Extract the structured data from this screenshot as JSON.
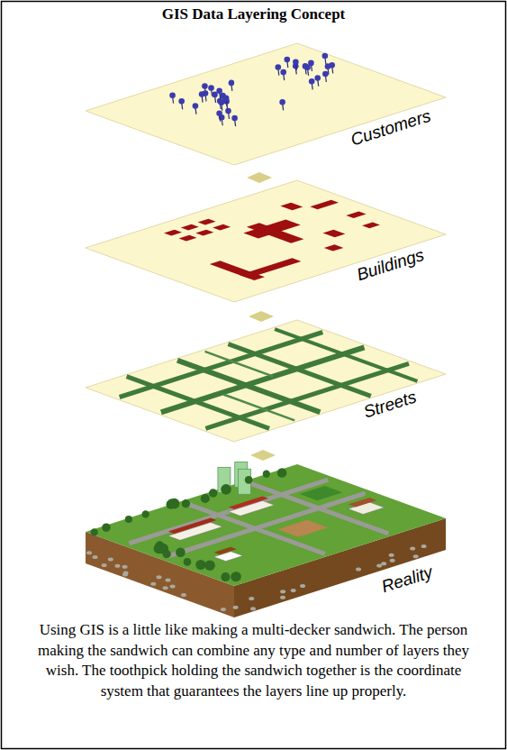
{
  "diagram": {
    "title": "GIS Data Layering Concept",
    "caption": "Using GIS is a little like making a multi-decker sandwich. The person making the sandwich can combine any type and number of layers they wish. The toothpick holding the sandwich together is the coordinate system that guarantees the layers line up properly.",
    "labels": [
      "Customers",
      "Buildings",
      "Streets",
      "Reality"
    ]
  }
}
